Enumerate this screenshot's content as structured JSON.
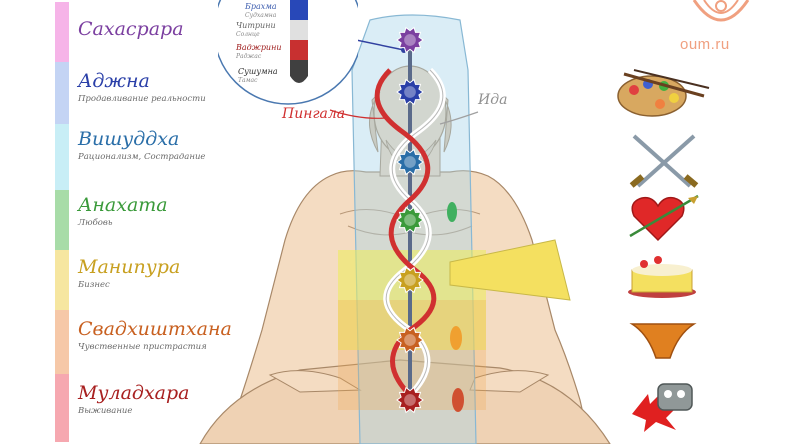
{
  "chakras": [
    {
      "name": "Сахасрара",
      "description": "",
      "color": "#7b3fa0",
      "bar": "#f6b4e8"
    },
    {
      "name": "Аджна",
      "description": "Продавливание реальности",
      "color": "#2a3fa8",
      "bar": "#c4d4f4"
    },
    {
      "name": "Вишуддха",
      "description": "Рационализм, Сострадание",
      "color": "#2a6ea8",
      "bar": "#c8eef6"
    },
    {
      "name": "Анахата",
      "description": "Любовь",
      "color": "#3a9a3a",
      "bar": "#a8dca8"
    },
    {
      "name": "Манипура",
      "description": "Бизнес",
      "color": "#c8a020",
      "bar": "#f6e6a0"
    },
    {
      "name": "Свадхиштхана",
      "description": "Чувственные пристрастия",
      "color": "#c86020",
      "bar": "#f6c8a8"
    },
    {
      "name": "Муладхара",
      "description": "Выживание",
      "color": "#a82020",
      "bar": "#f6a8b0"
    }
  ],
  "nadis": {
    "pingala": "Пингала",
    "ida": "Ида"
  },
  "inset": [
    {
      "name": "Брахма",
      "sub": "Судхамна"
    },
    {
      "name": "Читрини",
      "sub": "Солнце"
    },
    {
      "name": "Ваджрини",
      "sub": "Раджас"
    },
    {
      "name": "Сушумна",
      "sub": "Тамас"
    }
  ],
  "logo": {
    "text": "oum.ru"
  },
  "icons": [
    "palette-icon",
    "crossed-swords-icon",
    "heart-arrow-icon",
    "cake-icon",
    "underwear-icon",
    "brass-knuckles-icon"
  ],
  "colors": {
    "pingala": "#d03030",
    "ida": "#a0a0a0",
    "sushumna": "#5a6a8a",
    "body_skin": "#f2d6b8",
    "aura_glass": "#a8d4ea",
    "logo": "#f0a080"
  }
}
